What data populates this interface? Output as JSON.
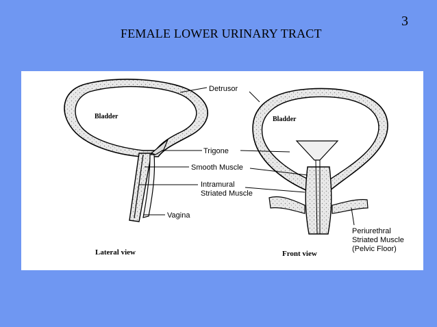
{
  "slide": {
    "number": "3",
    "title": "FEMALE LOWER  URINARY TRACT"
  },
  "figure": {
    "left_panel": {
      "organ_label": "Bladder",
      "caption": "Lateral view"
    },
    "right_panel": {
      "organ_label": "Bladder",
      "caption": "Front view"
    },
    "callouts": {
      "detrusor": "Detrusor",
      "trigone": "Trigone",
      "smooth_muscle": "Smooth Muscle",
      "intramural_line1": "Intramural",
      "intramural_line2": "Striated Muscle",
      "vagina": "Vagina",
      "periurethral_line1": "Periurethral",
      "periurethral_line2": "Striated Muscle",
      "periurethral_line3": "(Pelvic Floor)"
    }
  }
}
